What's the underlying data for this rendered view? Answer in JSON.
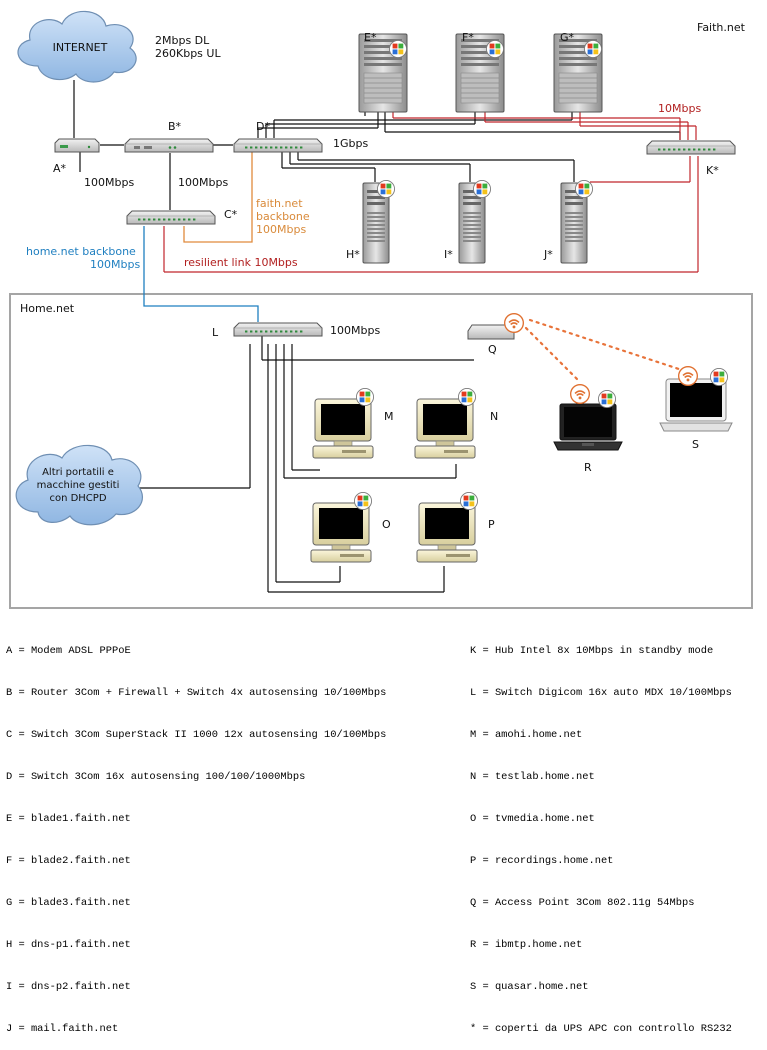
{
  "networks": {
    "faith": "Faith.net",
    "home": "Home.net"
  },
  "clouds": {
    "internet": "INTERNET",
    "dhcp": [
      "Altri portatili e",
      "macchine gestiti",
      "con DHCPD"
    ]
  },
  "wan": {
    "download": "2Mbps DL",
    "upload": "260Kbps UL"
  },
  "device_labels": {
    "A": "A*",
    "B": "B*",
    "C": "C*",
    "D": "D*",
    "E": "E*",
    "F": "F*",
    "G": "G*",
    "H": "H*",
    "I": "I*",
    "J": "J*",
    "K": "K*",
    "L": "L",
    "M": "M",
    "N": "N",
    "O": "O",
    "P": "P",
    "Q": "Q",
    "R": "R",
    "S": "S"
  },
  "links": {
    "a_b": "100Mbps",
    "b_c": "100Mbps",
    "d_speed": "1Gbps",
    "k_speed": "10Mbps",
    "l_speed": "100Mbps",
    "faith_backbone": [
      "faith.net",
      "backbone",
      "100Mbps"
    ],
    "home_backbone": [
      "home.net backbone",
      "100Mbps"
    ],
    "resilient": "resilient link 10Mbps"
  },
  "colors": {
    "cable": "#111111",
    "resilient": "#c0262c",
    "faith_backbone": "#e08a3c",
    "home_backbone": "#1f7fc0",
    "wifi": "#e8733a",
    "cloud": "#a9c9ec"
  },
  "legend_left": [
    "A = Modem ADSL PPPoE",
    "B = Router 3Com + Firewall + Switch 4x autosensing 10/100Mbps",
    "C = Switch 3Com SuperStack II 1000 12x autosensing 10/100Mbps",
    "D = Switch 3Com 16x autosensing 100/100/1000Mbps",
    "E = blade1.faith.net",
    "F = blade2.faith.net",
    "G = blade3.faith.net",
    "H = dns-p1.faith.net",
    "I = dns-p2.faith.net",
    "J = mail.faith.net"
  ],
  "legend_right": [
    "K = Hub Intel 8x 10Mbps in standby mode",
    "L = Switch Digicom 16x auto MDX 10/100Mbps",
    "M = amohi.home.net",
    "N = testlab.home.net",
    "O = tvmedia.home.net",
    "P = recordings.home.net",
    "Q = Access Point 3Com 802.11g 54Mbps",
    "R = ibmtp.home.net",
    "S = quasar.home.net",
    "* = coperti da UPS APC con controllo RS232"
  ]
}
